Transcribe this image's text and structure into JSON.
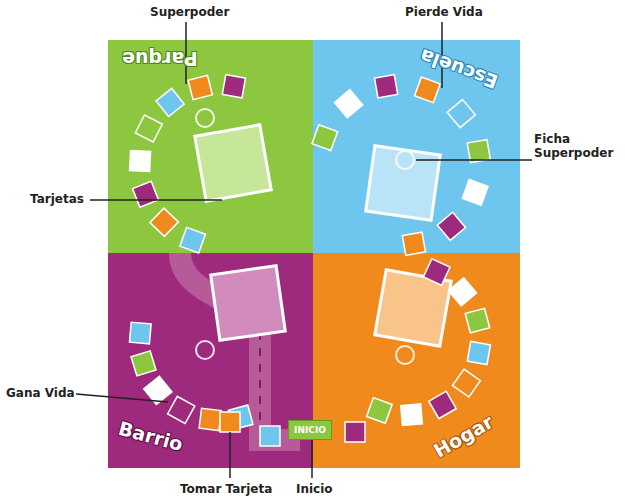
{
  "diagram": {
    "nodes": [
      {
        "text": [
          "Parque"
        ]
      },
      {
        "text": [
          "Escuela"
        ]
      },
      {
        "text": [
          "Barrio"
        ]
      },
      {
        "text": [
          "Hogar"
        ]
      },
      {
        "text": [
          "INICIO"
        ]
      }
    ],
    "labels": [
      "Superpoder",
      "Pierde Vida",
      "Ficha Superpoder",
      "Tarjetas",
      "Gana Vida",
      "Tomar Tarjeta",
      "Inicio"
    ]
  }
}
